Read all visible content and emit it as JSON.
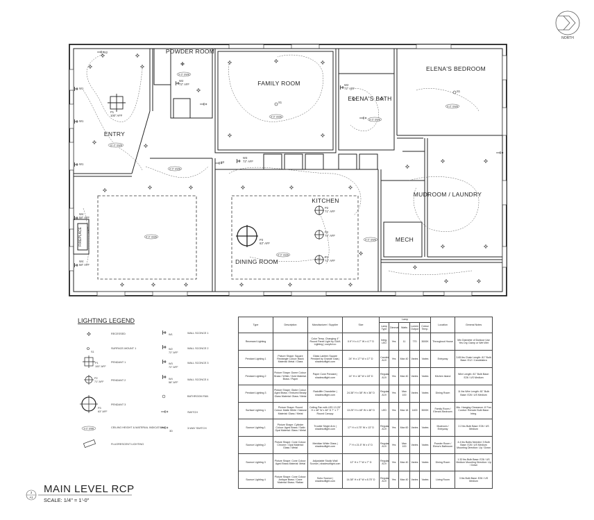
{
  "north_label": "NORTH",
  "rooms": {
    "powder": "POWDER ROOM",
    "family": "FAMILY ROOM",
    "elenas_bedroom": "ELENA'S BEDROOM",
    "elenas_bath": "ELENA'S BATH",
    "entry": "ENTRY",
    "kitchen": "KITCHEN",
    "mudroom": "MUDROOM / LAUNDRY",
    "mech": "MECH",
    "dining": "DINING ROOM",
    "fireplace": "FIREPLACE"
  },
  "tags": {
    "s1": "S1",
    "s2": "S2",
    "s3": "S3",
    "w1": "W1",
    "w2": "W2",
    "w2_aff": "72\" AFF",
    "w3": "W3",
    "w3_aff": "72\" AFF",
    "w4": "W4",
    "w4_aff": "58\" AFF",
    "p1": "P1",
    "p1_aff": "100\" AFF",
    "p2": "P2",
    "p2_aff": "71\" AFF",
    "p3": "P3",
    "p3_aff": "63\" AFF",
    "ceiling_9": "9'-0\" GWB",
    "ceiling_10": "10'-0\" GWB",
    "ceiling_8": "8'-0\" GWB"
  },
  "legend": {
    "title": "LIGHTING LEGEND",
    "items_left": [
      {
        "symbol": "recessed",
        "label": "RECESSED"
      },
      {
        "symbol": "surface-mount",
        "tag": "S1",
        "label": "SURFACE-MOUNT 1"
      },
      {
        "symbol": "pendant-1",
        "tag": "P1",
        "tag2": "100\" AFF",
        "label": "PENDANT 1"
      },
      {
        "symbol": "pendant-2",
        "tag": "P2",
        "tag2": "71\" AFF",
        "label": "PENDANT 2"
      },
      {
        "symbol": "pendant-3",
        "tag": "P3",
        "tag2": "63\" AFF",
        "label": "PENDANT 3"
      },
      {
        "symbol": "ceiling-height",
        "tag": "9'-0\" GWB",
        "label": "CEILING HEIGHT & MATERIAL INDICATION"
      },
      {
        "symbol": "fluorescent",
        "label": "FLUORESCENT LIGHTING"
      }
    ],
    "items_right": [
      {
        "symbol": "wall-sconce-1",
        "tag": "W1",
        "label": "WALL SCONCE 1"
      },
      {
        "symbol": "wall-sconce-2",
        "tag": "W2",
        "tag2": "72\" AFF",
        "label": "WALL SCONCE 2"
      },
      {
        "symbol": "wall-sconce-3",
        "tag": "W3",
        "tag2": "72\" AFF",
        "label": "WALL SCONCE 3"
      },
      {
        "symbol": "wall-sconce-4",
        "tag": "W4",
        "tag2": "58\" AFF",
        "label": "WALL SCONCE 4"
      },
      {
        "symbol": "bathroom-fan",
        "label": "BATHROOM FAN"
      },
      {
        "symbol": "switch",
        "label": "SWITCH"
      },
      {
        "symbol": "3-way-switch",
        "tag": "3D",
        "label": "3-WAY SWITCH"
      }
    ]
  },
  "schedule": {
    "headers": [
      "Type",
      "Description",
      "Manufacturer / Supplier",
      "Size",
      "Lamp Type",
      "Dimmable",
      "Watts",
      "Lumen Output",
      "Colour Temp.",
      "Location",
      "General Notes"
    ],
    "lamp_group": "Lamp",
    "rows": [
      [
        "Recessed Lighting",
        "",
        "Color Temp. Changing 4\" Round Panel Light by GAIA Lighting | cozy4d.co",
        "0.9\" H x 4.7\" W x 4.7\" D",
        "Integ. LED",
        "Yes",
        "11",
        "770",
        "3000K",
        "Throughout House",
        "Min Diameter of Dutdoor Use Yes Dry, Damp or Wet Wet"
      ],
      [
        "Pendant Lighting 1",
        "Picture Shape: Square Rectangle Colour: Black Material: Metal / Glass",
        "Glass Lantern Square Pendant by Grande Gala | shadesoflight.com",
        "24\" H x 17\" W x 17\" D",
        "Candela A19",
        "Yes",
        "Max 40",
        "Varies",
        "Varies",
        "Entryway",
        "3.65 lbs Chain Length: 81\" Bulb Base: E12 / Candelabra"
      ],
      [
        "Pendant Lighting 2",
        "Picture Shape: Dome Colour: Brass / White / Gold Material: Brass / Paper",
        "Paper Cone Pendant | shadesoflight.com",
        "14\" H x 18\" W x 18\" D",
        "Regular A19",
        "Yes",
        "Max 40",
        "Varies",
        "Varies",
        "Kitchen Island",
        "Wire Length: 81\" Bulb Base: E26 / US Medium"
      ],
      [
        "Pendant Lighting 3",
        "Picture Shape: Globe Colour: Aged Brass / Textured Beady Glass Material: Glass / Metal",
        "Radcliffe Chandelier | shadesoflight.com",
        "24.38\" H x 38\" W x 38\" D",
        "Regular A19",
        "Yes",
        "Max 100",
        "Varies",
        "Varies",
        "Dining Room",
        "11 lbs Wire Length: 81\" Bulb Base: E26 / US Medium"
      ],
      [
        "Surface Lighting 1",
        "Picture Shape: Round Colour: Matte White / Natural Material: Glass / Metal",
        "Ceiling Pan with LED 13.25\" H x 48\" W x 48\" D 7\" x 7\" Round Canopy",
        "13.25\" H x 48\" W x 48\" D",
        "LED",
        "Yes",
        "Max 18",
        "1400",
        "3000K",
        "Family Room / Elena's Bedroom",
        "Min. Hanging Clearance: 8' Fan Control: Remote Bulb Base: Integ."
      ],
      [
        "Sconce Lighting 1",
        "Picture Shape: Cylinder Colour: Aged Brass / Satin Opal Material: Glass / Metal",
        "Trouble Single Arm | shadesoflight.com",
        "17\" H x 4.75\" W x 13\" D",
        "Regular A19",
        "Yes",
        "Max 60",
        "Varies",
        "Varies",
        "Mudroom / Entryway",
        "2.2 lbs Bulb Base: E26 / US Medium"
      ],
      [
        "Sconce Lighting 2",
        "Picture Shape: Cone Colour: Chrome / Opal Material: Glass / Metal",
        "Meridian White Glass | shadesoflight.com",
        "7\" H x 21.5\" W x 4\" D",
        "Regular A19",
        "Yes",
        "Max 100",
        "Varies",
        "Varies",
        "Powder Room / Elena's Bathroom",
        "4.4 lbs Bulbs Needed: 3 Bulb Base: E26 / US Medium Mounting Direction: Up / Down"
      ],
      [
        "Sconce Lighting 3",
        "Picture Shape: Cone Colour: Aged Brass Material: Metal",
        "Adjustable Studio Wall Sconce | shadesoflight.com",
        "12\" H x 7\" W x 7\" D",
        "Regular A19",
        "Yes",
        "Max 40",
        "Varies",
        "Varies",
        "Dining Room",
        "1.32 lbs Bulb Base: E26 / US Medium Mounting Direction: Up / Down"
      ],
      [
        "Sconce Lighting 4",
        "Picture Shape: Cone Colour: Antique Brass / Cane Material: Brass / Rattan",
        "Soho Sconce | shadesoflight.com",
        "14.38\" H x 8\" W x 8.75\" D",
        "Regular A19",
        "Yes",
        "Max 40",
        "Varies",
        "Varies",
        "Living Room",
        "3 lbs Bulb Base: E26 / US Medium"
      ]
    ]
  },
  "title_block": {
    "sheet_number": "3",
    "sheet_ref": "A1",
    "title": "MAIN LEVEL RCP",
    "scale": "SCALE: 1/4\" = 1'-0\""
  }
}
